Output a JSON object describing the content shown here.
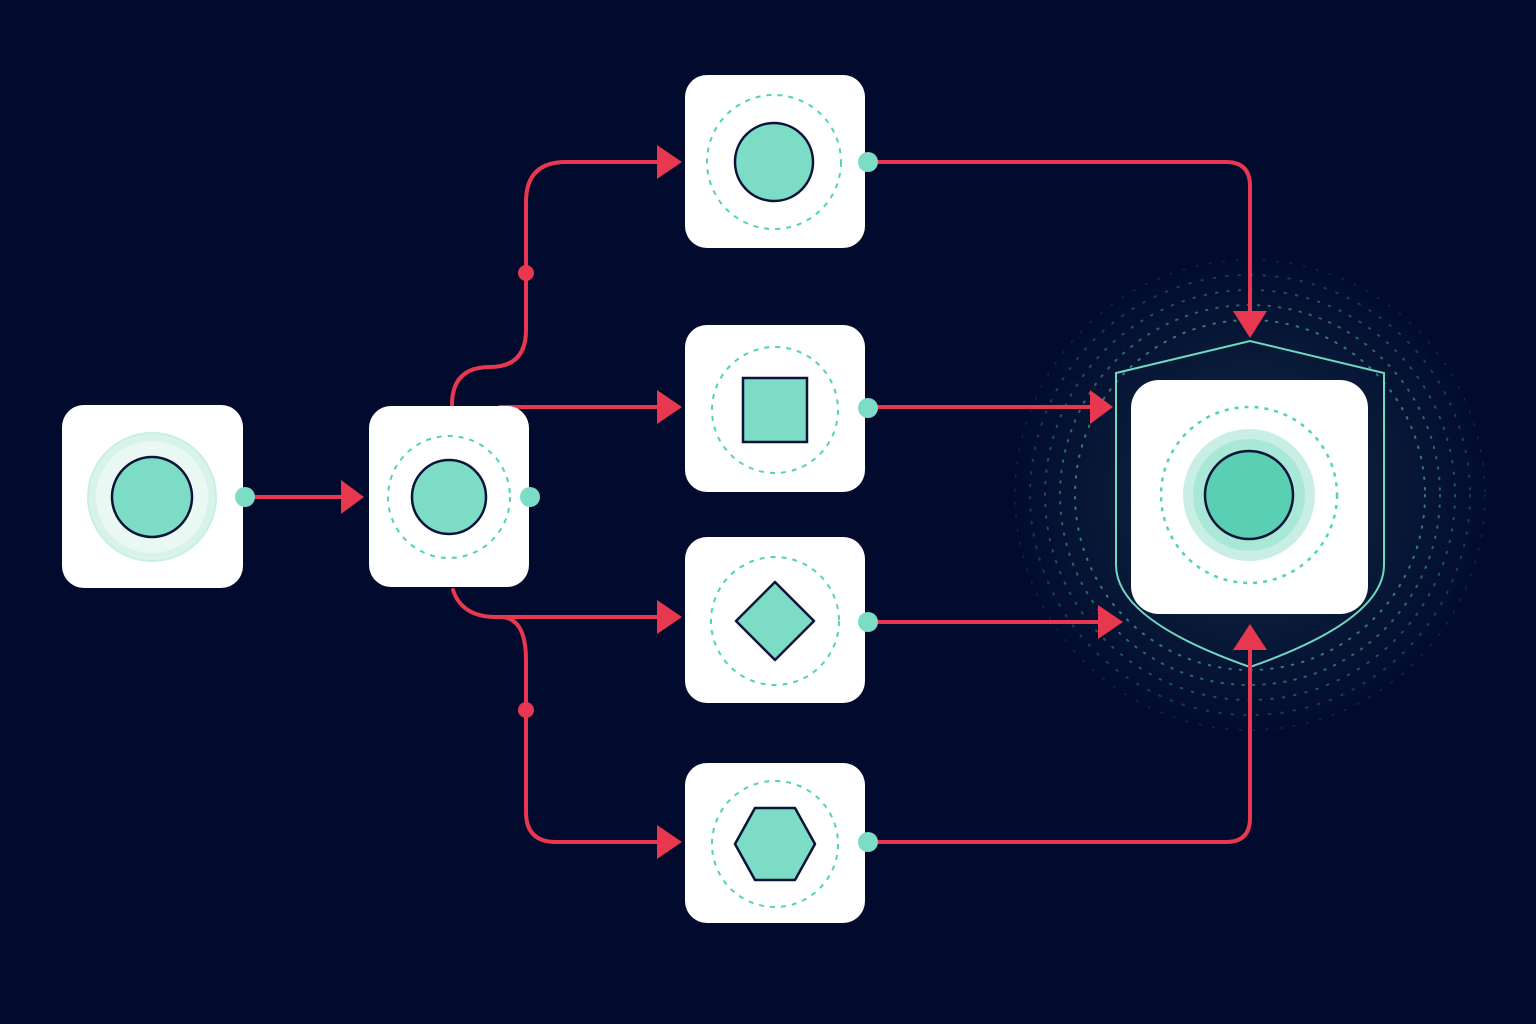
{
  "colors": {
    "background": "#020B2E",
    "card": "#FFFFFF",
    "teal": "#7DDCC6",
    "teal_dark": "#5ACFB3",
    "teal_soft": "#C9EFE5",
    "teal_ring": "#52D3B4",
    "connector": "#E8384F",
    "outline": "#0B1338",
    "shield": "#6FD9C2"
  },
  "nodes": [
    {
      "id": "source",
      "shape": "circle"
    },
    {
      "id": "router",
      "shape": "circle"
    },
    {
      "id": "branch-1",
      "shape": "circle"
    },
    {
      "id": "branch-2",
      "shape": "square"
    },
    {
      "id": "branch-3",
      "shape": "diamond"
    },
    {
      "id": "branch-4",
      "shape": "hexagon"
    },
    {
      "id": "target",
      "shape": "circle",
      "protected": true
    }
  ],
  "edges": [
    {
      "from": "source",
      "to": "router"
    },
    {
      "from": "router",
      "to": "branch-1"
    },
    {
      "from": "router",
      "to": "branch-2"
    },
    {
      "from": "router",
      "to": "branch-3"
    },
    {
      "from": "router",
      "to": "branch-4"
    },
    {
      "from": "branch-1",
      "to": "target"
    },
    {
      "from": "branch-2",
      "to": "target"
    },
    {
      "from": "branch-3",
      "to": "target"
    },
    {
      "from": "branch-4",
      "to": "target"
    }
  ]
}
